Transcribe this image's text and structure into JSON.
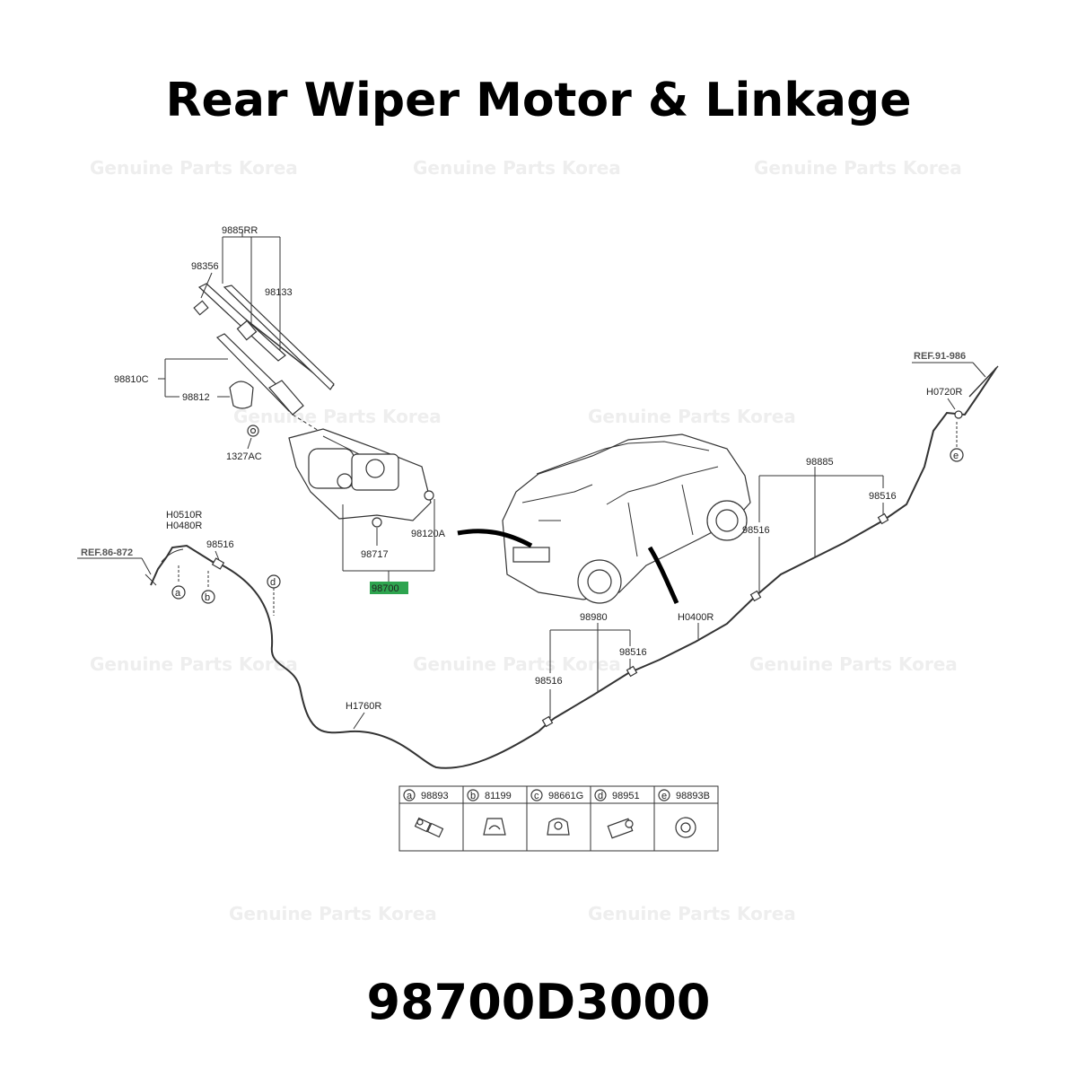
{
  "title": "Rear Wiper Motor & Linkage",
  "part_number": "98700D3000",
  "watermark": "Genuine Parts Korea",
  "highlight_color": "#2ea44f",
  "labels": {
    "p9885RR": "9885RR",
    "p98356": "98356",
    "p98133": "98133",
    "p98810C": "98810C",
    "p98812": "98812",
    "p1327AC": "1327AC",
    "p98717": "98717",
    "p98120A": "98120A",
    "p98700": "98700",
    "pH0510R": "H0510R",
    "pH0480R": "H0480R",
    "pREF86": "REF.86-872",
    "p98516_left": "98516",
    "pH1760R": "H1760R",
    "p98980": "98980",
    "p98516_mid_a": "98516",
    "p98516_mid_b": "98516",
    "pH0400R": "H0400R",
    "p98885": "98885",
    "p98516_r1": "98516",
    "p98516_r2": "98516",
    "pREF91": "REF.91-986",
    "pH0720R": "H0720R"
  },
  "callouts": {
    "a": "a",
    "b": "b",
    "d": "d",
    "e": "e"
  },
  "legend": [
    {
      "letter": "a",
      "part": "98893",
      "icon": "clip-icon"
    },
    {
      "letter": "b",
      "part": "81199",
      "icon": "clip-icon"
    },
    {
      "letter": "c",
      "part": "98661G",
      "icon": "clip-icon"
    },
    {
      "letter": "d",
      "part": "98951",
      "icon": "connector-icon"
    },
    {
      "letter": "e",
      "part": "98893B",
      "icon": "grommet-icon"
    }
  ]
}
